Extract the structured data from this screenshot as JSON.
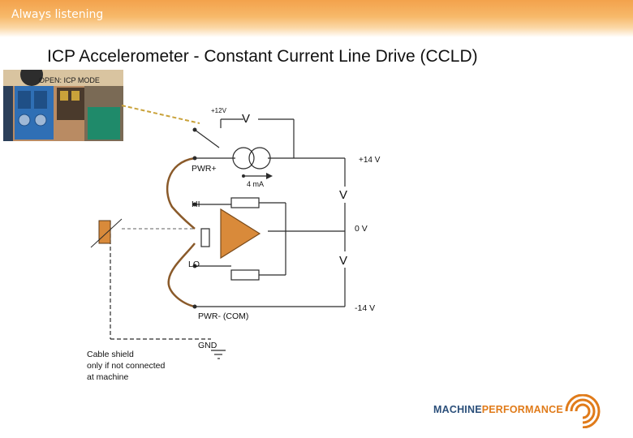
{
  "header": {
    "tagline": "Always listening"
  },
  "title": "ICP Accelerometer - Constant Current Line Drive (CCLD)",
  "photo": {
    "line1": "OPEN: ICP MODE"
  },
  "labels": {
    "supply_small": "+12V",
    "voltmeter_top": "V",
    "plus14": "+14 V",
    "pwr_plus": "PWR+",
    "current": "4 mA",
    "hi": "HI",
    "voltmeter_mid": "V",
    "zero_v": "0 V",
    "lo": "LO",
    "voltmeter_low": "V",
    "minus14": "-14 V",
    "pwr_minus": "PWR-  (COM)",
    "gnd": "GND"
  },
  "note": {
    "line1": "Cable shield",
    "line2": "only if not connected",
    "line3": "at machine"
  },
  "logo": {
    "part1": "MACHINE",
    "part2": "PERFORMANCE"
  },
  "colors": {
    "accent": "#f3a24c",
    "amp": "#d98a3a",
    "logo_blue": "#2b4f7a",
    "logo_orange": "#e07b1a"
  }
}
